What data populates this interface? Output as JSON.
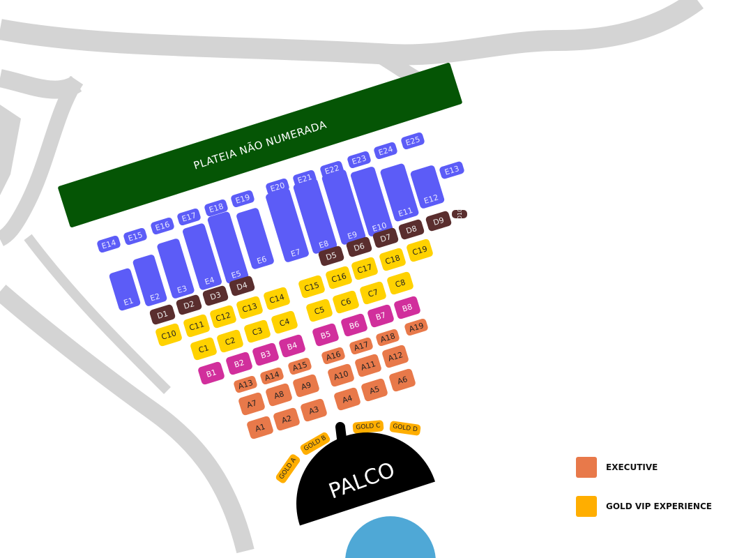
{
  "banner": {
    "label": "PLATEIA NÃO NUMERADA",
    "color": "#055505"
  },
  "stage": {
    "label": "PALCO"
  },
  "colors": {
    "E": "#5c5cf7",
    "D": "#5a2e2e",
    "C": "#ffd200",
    "B": "#d12f9c",
    "A": "#e8794a",
    "GOLD": "#ffae00",
    "road": "#d4d4d4",
    "pool": "#4fa8d6"
  },
  "seats": {
    "E": [
      "E1",
      "E2",
      "E3",
      "E4",
      "E5",
      "E6",
      "E7",
      "E8",
      "E9",
      "E10",
      "E11",
      "E12",
      "E13",
      "E14",
      "E15",
      "E16",
      "E17",
      "E18",
      "E19",
      "E20",
      "E21",
      "E22",
      "E23",
      "E24",
      "E25"
    ],
    "D": [
      "D1",
      "D2",
      "D3",
      "D4",
      "D5",
      "D6",
      "D7",
      "D8",
      "D9",
      "D10"
    ],
    "C": [
      "C1",
      "C2",
      "C3",
      "C4",
      "C5",
      "C6",
      "C7",
      "C8",
      "C10",
      "C11",
      "C12",
      "C13",
      "C14",
      "C15",
      "C16",
      "C17",
      "C18",
      "C19"
    ],
    "B": [
      "B1",
      "B2",
      "B3",
      "B4",
      "B5",
      "B6",
      "B7",
      "B8"
    ],
    "A": [
      "A1",
      "A2",
      "A3",
      "A4",
      "A5",
      "A6",
      "A7",
      "A8",
      "A9",
      "A10",
      "A11",
      "A12",
      "A13",
      "A14",
      "A15",
      "A16",
      "A17",
      "A18",
      "A19"
    ],
    "G": [
      "GOLD A",
      "GOLD B",
      "GOLD C",
      "GOLD D"
    ]
  },
  "legend": [
    {
      "label": "EXECUTIVE",
      "color": "#e8794a"
    },
    {
      "label": "GOLD VIP EXPERIENCE",
      "color": "#ffae00"
    }
  ]
}
